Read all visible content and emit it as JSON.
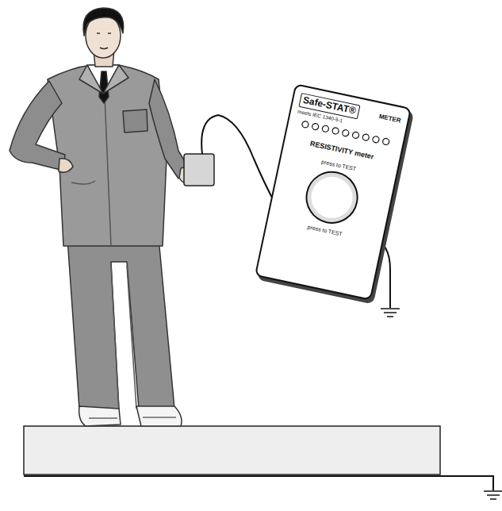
{
  "diagram": {
    "nodes": [
      {
        "text": [
          "Safe-STAT®",
          "METER",
          "meets IEC 1340-5-1",
          "RESISTIVITY meter",
          "press to TEST",
          "press to TEST"
        ]
      }
    ]
  }
}
